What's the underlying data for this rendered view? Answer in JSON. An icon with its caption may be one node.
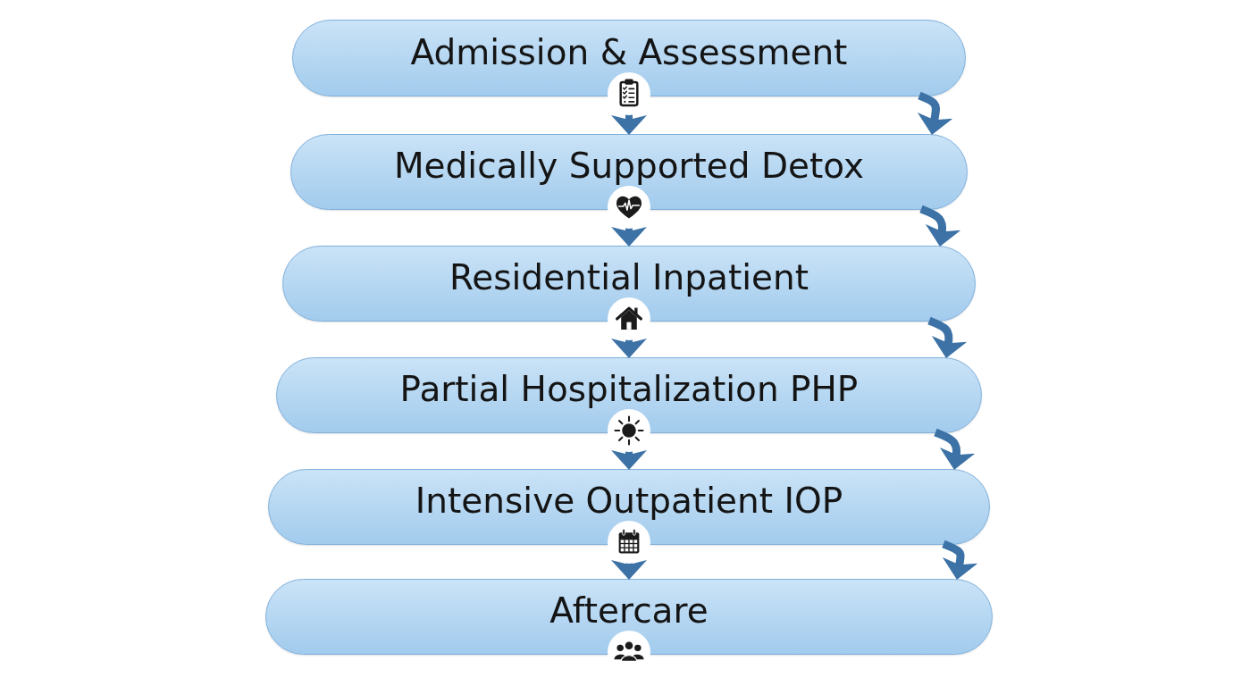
{
  "diagram": {
    "nodes": [
      {
        "text": [
          "Admission & Assessment"
        ]
      },
      {
        "text": [],
        "shape": "circle"
      },
      {
        "text": [
          "Medically Supported Detox"
        ]
      },
      {
        "text": [],
        "shape": "circle"
      },
      {
        "text": [
          "Residential Inpatient"
        ]
      },
      {
        "text": [],
        "shape": "circle"
      },
      {
        "text": [
          "Partial Hospitalization PHP"
        ]
      },
      {
        "text": [],
        "shape": "circle"
      },
      {
        "text": [
          "Intensive Outpatient IOP"
        ]
      },
      {
        "text": [],
        "shape": "circle"
      },
      {
        "text": [
          "Aftercare"
        ]
      },
      {
        "text": [],
        "shape": "circle"
      }
    ],
    "edges": [
      {
        "from": 1,
        "to": 2,
        "arrow": "to"
      },
      {
        "from": 0,
        "to": 2,
        "arrow": "to"
      },
      {
        "from": 3,
        "to": 4,
        "arrow": "to"
      },
      {
        "from": 2,
        "to": 4,
        "arrow": "to"
      },
      {
        "from": 5,
        "to": 6,
        "arrow": "to"
      },
      {
        "from": 4,
        "to": 6,
        "arrow": "to"
      },
      {
        "from": 7,
        "to": 8,
        "arrow": "to"
      },
      {
        "from": 6,
        "to": 8,
        "arrow": "to"
      },
      {
        "from": 9,
        "to": 10,
        "arrow": "to"
      },
      {
        "from": 8,
        "to": 10,
        "arrow": "to"
      }
    ]
  }
}
